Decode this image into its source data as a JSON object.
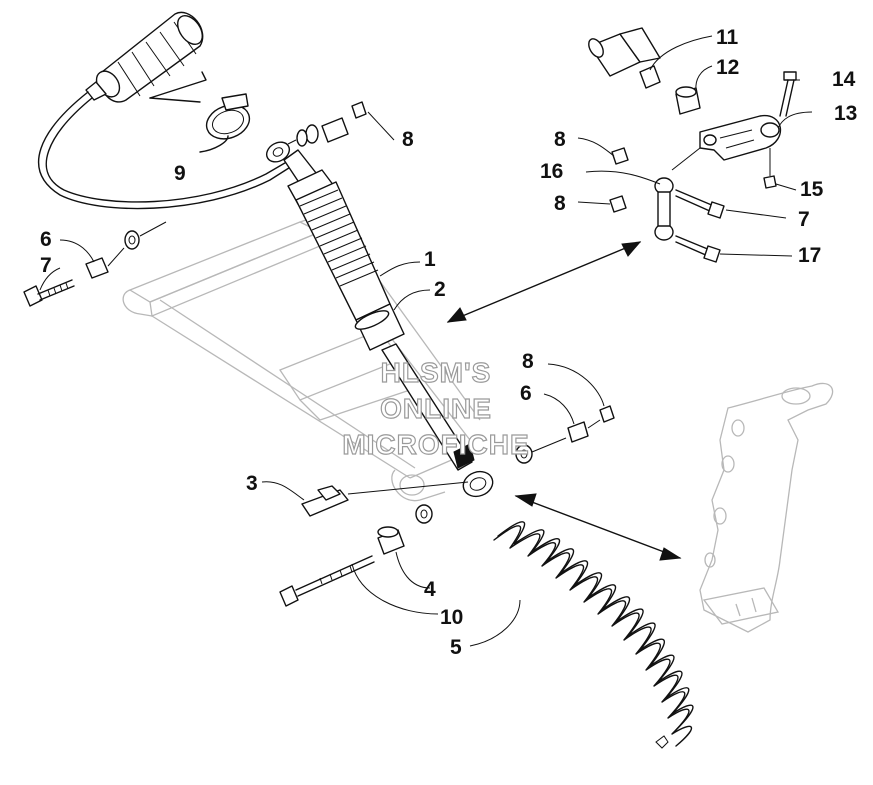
{
  "diagram": {
    "callouts": [
      {
        "id": "c11",
        "text": "11"
      },
      {
        "id": "c12",
        "text": "12"
      },
      {
        "id": "c14",
        "text": "14"
      },
      {
        "id": "c13",
        "text": "13"
      },
      {
        "id": "c8a",
        "text": "8"
      },
      {
        "id": "c8b",
        "text": "8"
      },
      {
        "id": "c16",
        "text": "16"
      },
      {
        "id": "c8c",
        "text": "8"
      },
      {
        "id": "c15",
        "text": "15"
      },
      {
        "id": "c7a",
        "text": "7"
      },
      {
        "id": "c17",
        "text": "17"
      },
      {
        "id": "c9",
        "text": "9"
      },
      {
        "id": "c6a",
        "text": "6"
      },
      {
        "id": "c7b",
        "text": "7"
      },
      {
        "id": "c1",
        "text": "1"
      },
      {
        "id": "c2",
        "text": "2"
      },
      {
        "id": "c8d",
        "text": "8"
      },
      {
        "id": "c6b",
        "text": "6"
      },
      {
        "id": "c3",
        "text": "3"
      },
      {
        "id": "c4",
        "text": "4"
      },
      {
        "id": "c10",
        "text": "10"
      },
      {
        "id": "c5",
        "text": "5"
      }
    ],
    "watermark": [
      "HLSM'S",
      "ONLINE",
      "MICROFICHE"
    ]
  }
}
